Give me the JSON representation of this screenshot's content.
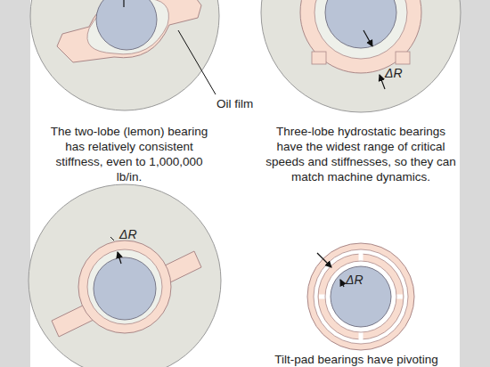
{
  "diagram": {
    "labels": [
      "Oil film",
      "The two-lobe (lemon) bearing has relatively consistent stiffness, even to 1,000,000 lb/in.",
      "ΔR",
      "Three-lobe hydrostatic bearings have the widest range of critical speeds and stiffnesses, so they can match machine dynamics.",
      "ΔR",
      "ΔR",
      "Tilt-pad bearings have pivoting"
    ]
  }
}
